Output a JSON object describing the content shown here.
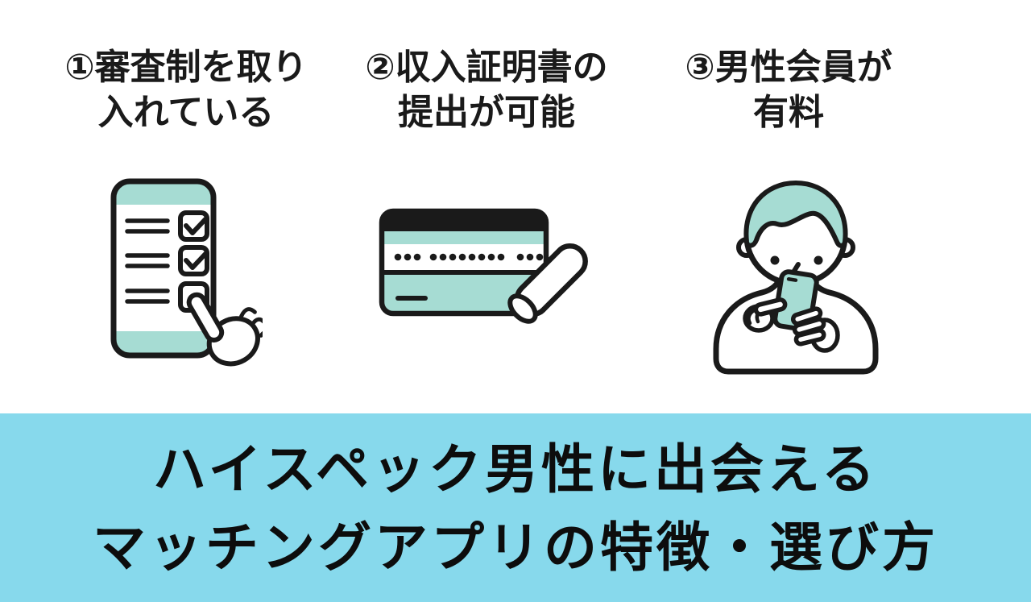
{
  "theme": {
    "background": "#ffffff",
    "banner": "#87d9ec",
    "teal": "#a6dcd3",
    "ink": "#1a1a1a"
  },
  "features": [
    {
      "line1": "①審査制を取り",
      "line2": "入れている",
      "icon": "checklist-phone-icon"
    },
    {
      "line1": "②収入証明書の",
      "line2": "提出が可能",
      "icon": "credit-card-pen-icon"
    },
    {
      "line1": "③男性会員が",
      "line2": "有料",
      "icon": "man-holding-phone-icon"
    }
  ],
  "banner": {
    "line1": "ハイスペック男性に出会える",
    "line2": "マッチングアプリの特徴・選び方"
  }
}
